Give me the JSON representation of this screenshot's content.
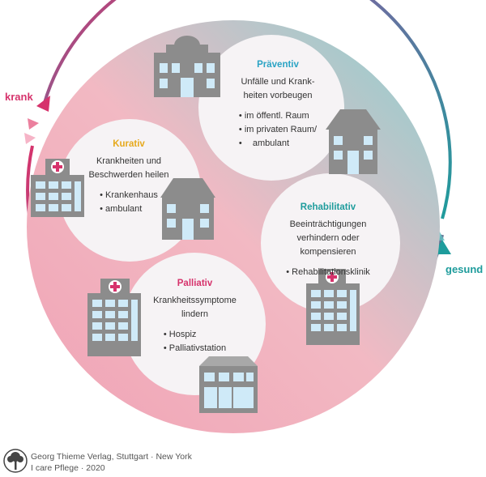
{
  "labels": {
    "krank": "krank",
    "gesund": "gesund"
  },
  "sections": {
    "praeventiv": {
      "title": "Präventiv",
      "lines": [
        "Unfälle und Krank-",
        "heiten vorbeugen"
      ],
      "bullets": [
        "im öffentl. Raum",
        "im privaten Raum/",
        "ambulant"
      ]
    },
    "kurativ": {
      "title": "Kurativ",
      "lines": [
        "Krankheiten und",
        "Beschwerden heilen"
      ],
      "bullets": [
        "Krankenhaus",
        "ambulant"
      ]
    },
    "rehabilitativ": {
      "title": "Rehabilitativ",
      "lines": [
        "Beeinträchtigungen",
        "verhindern oder",
        "kompensieren"
      ],
      "bullets": [
        "Rehabilitationsklinik"
      ]
    },
    "palliativ": {
      "title": "Palliativ",
      "lines": [
        "Krankheitssymptome",
        "lindern"
      ],
      "bullets": [
        "Hospiz",
        "Palliativstation"
      ]
    }
  },
  "footer": {
    "line1": "Georg Thieme Verlag, Stuttgart · New York",
    "line2": "I care Pflege · 2020"
  },
  "colors": {
    "krank": "#d6336c",
    "gesund": "#1e9c9c",
    "circle_pink": "#f0a3b5",
    "circle_teal": "#8ad0cf",
    "building": "#8c8c8c",
    "window": "#cfeaf8"
  }
}
